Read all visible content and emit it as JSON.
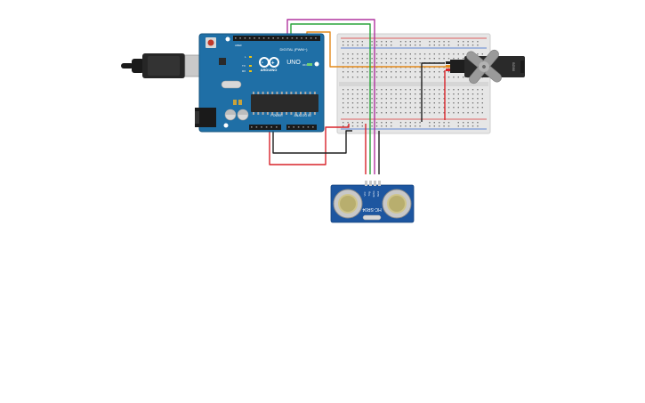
{
  "arduino": {
    "brand": "ARDUINO",
    "model": "UNO",
    "digital_label": "DIGITAL (PWM~)",
    "power_label": "POWER",
    "analog_label": "ANALOG IN",
    "on_label": "ON",
    "tx_label": "TX",
    "rx_label": "RX",
    "l_label": "L",
    "aref_label": "AREF",
    "colors": {
      "board": "#1f6fa6",
      "board_dark": "#17557f",
      "chip": "#2a2a2a",
      "usb": "#bdbdbd"
    }
  },
  "servo": {
    "label": "SG90",
    "colors": {
      "body": "#2a2a2a",
      "horn": "#9a9a9a"
    }
  },
  "sensor": {
    "label": "HC-SR04",
    "pins": [
      "Vcc",
      "Trig",
      "Echo",
      "Gnd"
    ],
    "colors": {
      "board": "#1d56a0",
      "transducer": "#c8c8c8"
    }
  },
  "breadboard": {
    "colors": {
      "body": "#e6e6e6",
      "red_rail": "#d33",
      "blue_rail": "#36c"
    }
  },
  "wire_colors": {
    "red": "#d9232a",
    "black": "#1e1e1e",
    "green": "#2aa33a",
    "magenta": "#b0359f",
    "orange": "#e38a1c"
  }
}
